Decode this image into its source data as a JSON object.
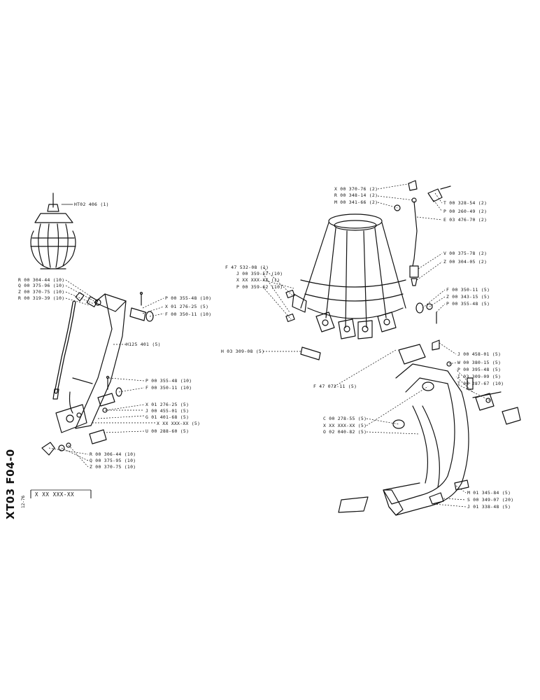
{
  "sheet": {
    "code": "XT03 F04-0",
    "date": "12-76",
    "reference": "X XX XXX-XX"
  },
  "labels": {
    "ht02": "HT02 406 (1)",
    "r_304_44_10": "R 00 304-44 (10)",
    "q_375_96_10": "Q 00 375-96 (10)",
    "z_370_75_10": "Z 00 370-75 (10)",
    "r_319_39_10": "R 00 319-39 (10)",
    "p_355_48_10a": "P 00 355-48 (10)",
    "x_276_25_5a": "X 01 276-25 (5)",
    "f_350_11_10a": "F 00 350-11 (10)",
    "h125": "H125 401 (5)",
    "p_355_48_10b": "P 00 355-48 (10)",
    "f_350_11_10b": "F 00 350-11 (10)",
    "x_276_25_5b": "X 01 276-25 (5)",
    "j_455_01_5": "J 00 455-01 (5)",
    "g_401_68_5": "G 01 401-68 (5)",
    "x_xx_5": "X XX XXX-XX (5)",
    "u_288_60_5": "U 00 288-60 (5)",
    "r_306_44_10": "R 00 306-44 (10)",
    "q_375_95_10": "Q 00 375-95 (10)",
    "z_370_75_10b": "Z 00 370-75 (10)",
    "x_370_76_2": "X 00 370-76 (2)",
    "r_348_14_2": "R 00 348-14 (2)",
    "m_341_66_2": "M 00 341-66 (2)",
    "t_328_54_2": "T 00 328-54 (2)",
    "p_260_49_2": "P 00 260-49 (2)",
    "e_476_70_2": "E 03 476-70 (2)",
    "v_375_78_2": "V 00 375-78 (2)",
    "z_304_05_2": "Z 00 304-05 (2)",
    "f_47_532": "F 47 532-08 (1)",
    "j_359_57_10": "J 00 359-57 (10)",
    "x_xx_1": "X XX XXX-XX (1)",
    "p_359_62_10": "P 00 359-62 (10)",
    "f_350_11_5": "F 00 350-11 (5)",
    "z_343_15_5": "Z 00 343-15 (5)",
    "p_355_48_5a": "P 00 355-48 (5)",
    "h_309_08_5": "H 03 309-08 (5)",
    "j_458_01_5": "J 00 458-01 (5)",
    "w_380_15_5": "W 00 380-15 (5)",
    "p_395_48_5": "P 00 395-48 (5)",
    "i_309_09_5": "I 03 309-09 (5)",
    "t_287_67_10": "T 00 287-67 (10)",
    "f_47_072": "F 47 072-11 (5)",
    "c_278_55_5": "C 00 278-55 (5)",
    "x_xx_5b": "X XX XXX-XX (5)",
    "o_040_82_5": "O 02 040-82 (5)",
    "m_345_84_5": "M 01 345-84 (5)",
    "s_349_07_20": "S 00 349-07 (20)",
    "j_338_48_5": "J 01 338-48 (5)"
  }
}
